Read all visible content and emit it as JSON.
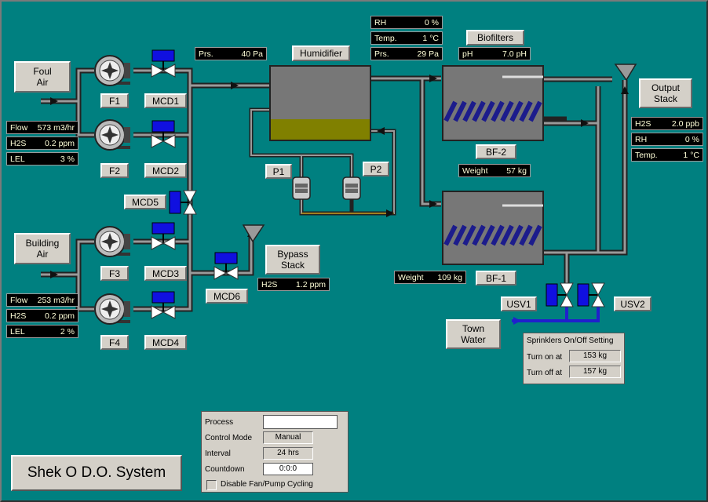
{
  "colors": {
    "background": "#008080",
    "pipe_gray": "#8a8a8a",
    "pipe_dark": "#222222",
    "tank_gray": "#777777",
    "humidifier_liquid": "#808000",
    "valve_actuator": "#1010e0",
    "media_stripe": "#1c1c8c",
    "readout_bg": "#000000",
    "readout_text": "#ffffd8",
    "label_bg": "#d4d0c8",
    "water_pipe": "#2020cc",
    "recirc_pipe": "#a08020"
  },
  "labels": {
    "foul_air": "Foul\nAir",
    "building_air": "Building\nAir",
    "humidifier": "Humidifier",
    "biofilters": "Biofilters",
    "output_stack": "Output\nStack",
    "bypass_stack": "Bypass\nStack",
    "f1": "F1",
    "f2": "F2",
    "f3": "F3",
    "f4": "F4",
    "mcd1": "MCD1",
    "mcd2": "MCD2",
    "mcd3": "MCD3",
    "mcd4": "MCD4",
    "mcd5": "MCD5",
    "mcd6": "MCD6",
    "p1": "P1",
    "p2": "P2",
    "bf1": "BF-1",
    "bf2": "BF-2",
    "usv1": "USV1",
    "usv2": "USV2",
    "town_water": "Town\nWater",
    "system_title": "Shek O D.O. System"
  },
  "readouts": {
    "pressure_fan": {
      "label": "Prs.",
      "value": "40",
      "unit": "Pa"
    },
    "rh_humid": {
      "label": "RH",
      "value": "0",
      "unit": "%"
    },
    "temp_humid": {
      "label": "Temp.",
      "value": "1",
      "unit": "°C"
    },
    "prs_humid": {
      "label": "Prs.",
      "value": "29",
      "unit": "Pa"
    },
    "ph_bio": {
      "label": "pH",
      "value": "7.0",
      "unit": "pH"
    },
    "out_h2s": {
      "label": "H2S",
      "value": "2.0",
      "unit": "ppb"
    },
    "out_rh": {
      "label": "RH",
      "value": "0",
      "unit": "%"
    },
    "out_temp": {
      "label": "Temp.",
      "value": "1",
      "unit": "°C"
    },
    "foul_flow": {
      "label": "Flow",
      "value": "573",
      "unit": "m3/hr"
    },
    "foul_h2s": {
      "label": "H2S",
      "value": "0.2",
      "unit": "ppm"
    },
    "foul_lel": {
      "label": "LEL",
      "value": "3",
      "unit": "%"
    },
    "bldg_flow": {
      "label": "Flow",
      "value": "253",
      "unit": "m3/hr"
    },
    "bldg_h2s": {
      "label": "H2S",
      "value": "0.2",
      "unit": "ppm"
    },
    "bldg_lel": {
      "label": "LEL",
      "value": "2",
      "unit": "%"
    },
    "bypass_h2s": {
      "label": "H2S",
      "value": "1.2",
      "unit": "ppm"
    },
    "bf2_weight": {
      "label": "Weight",
      "value": "57",
      "unit": "kg"
    },
    "bf1_weight": {
      "label": "Weight",
      "value": "109",
      "unit": "kg"
    }
  },
  "sprinklers": {
    "title": "Sprinklers On/Off Setting",
    "turn_on_label": "Turn on at",
    "turn_on_value": "153 kg",
    "turn_off_label": "Turn off at",
    "turn_off_value": "157 kg"
  },
  "process_panel": {
    "process_label": "Process",
    "process_value": "",
    "control_mode_label": "Control Mode",
    "control_mode_value": "Manual",
    "interval_label": "Interval",
    "interval_value": "24 hrs",
    "countdown_label": "Countdown",
    "countdown_value": "0:0:0",
    "disable_cycling_label": "Disable Fan/Pump Cycling",
    "disable_cycling_checked": false
  }
}
